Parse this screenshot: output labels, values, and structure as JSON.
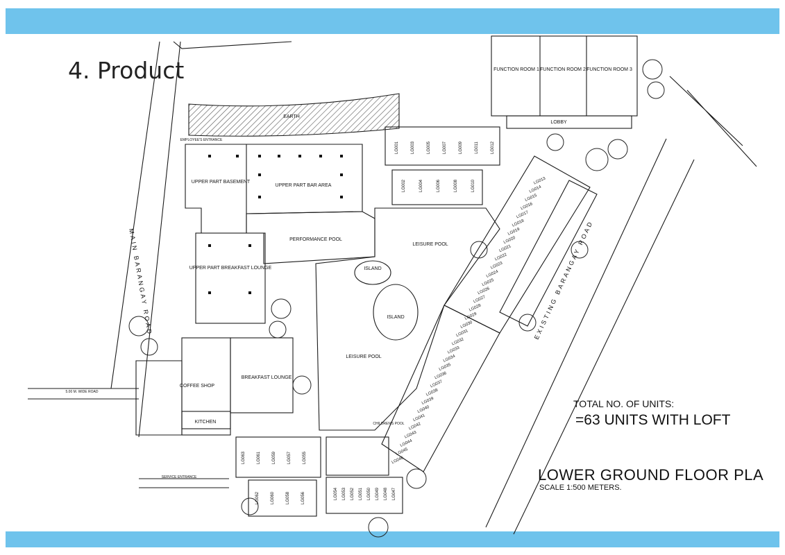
{
  "colors": {
    "band": "#6fc3ec",
    "line": "#1a1a1a",
    "pool": "#ffffff",
    "hatch": "#555555"
  },
  "slide": {
    "title": "4. Product"
  },
  "notes": {
    "total_label": "TOTAL NO. OF UNITS:",
    "total_value": "=63 UNITS WITH LOFT",
    "plan_title": "LOWER GROUND FLOOR PLA",
    "plan_scale": "SCALE 1:500 METERS."
  },
  "plan": {
    "areas": {
      "function_room_1": "FUNCTION ROOM 1",
      "function_room_2": "FUNCTION ROOM 2",
      "function_room_3": "FUNCTION ROOM 3",
      "lobby": "LOBBY",
      "earth": "EARTH",
      "upper_part_basement": "UPPER PART BASEMENT",
      "upper_part_bar_area": "UPPER PART BAR AREA",
      "upper_part_breakfast_lounge": "UPPER PART BREAKFAST LOUNGE",
      "performance_pool": "PERFORMANCE POOL",
      "leisure_pool_top": "LEISURE POOL",
      "island_1": "ISLAND",
      "island_2": "ISLAND",
      "leisure_pool_bottom": "LEISURE POOL",
      "coffee_shop": "COFFEE SHOP",
      "breakfast_lounge": "BREAKFAST LOUNGE",
      "kitchen": "KITCHEN",
      "childrens_pool": "CHILDREN'S POOL"
    },
    "roads": {
      "main_barangay": "MAIN BARANGAY ROAD",
      "existing_barangay": "EXISTING BARANGAY ROAD",
      "wide_road": "5.00 M. WIDE ROAD",
      "service_entrance": "SERVICE ENTRANCE",
      "employees_entrance": "EMPLOYEE'S ENTRANCE"
    },
    "units_top_row": [
      "LG001",
      "LG003",
      "LG005",
      "LG007",
      "LG009",
      "LG011",
      "LG012"
    ],
    "units_second_row": [
      "LG002",
      "LG004",
      "LG006",
      "LG008",
      "LG010"
    ],
    "units_bottom_left": [
      "LG063",
      "LG061",
      "LG059",
      "LG057",
      "LG055"
    ],
    "units_bottom_left_lower": [
      "LG062",
      "LG060",
      "LG058",
      "LG056"
    ],
    "units_bottom_mid": [
      "LG054",
      "LG053",
      "LG052",
      "LG051",
      "LG050",
      "LG049",
      "LG048",
      "LG047"
    ],
    "units_diagonal": [
      "LG013",
      "LG014",
      "LG015",
      "LG016",
      "LG017",
      "LG018",
      "LG019",
      "LG020",
      "LG021",
      "LG022",
      "LG023",
      "LG024",
      "LG025",
      "LG026",
      "LG027",
      "LG028",
      "LG029",
      "LG030",
      "LG031",
      "LG032",
      "LG033",
      "LG034",
      "LG035",
      "LG036",
      "LG037",
      "LG038",
      "LG039",
      "LG040",
      "LG041",
      "LG042",
      "LG043",
      "LG044",
      "LG045",
      "LG046"
    ]
  }
}
